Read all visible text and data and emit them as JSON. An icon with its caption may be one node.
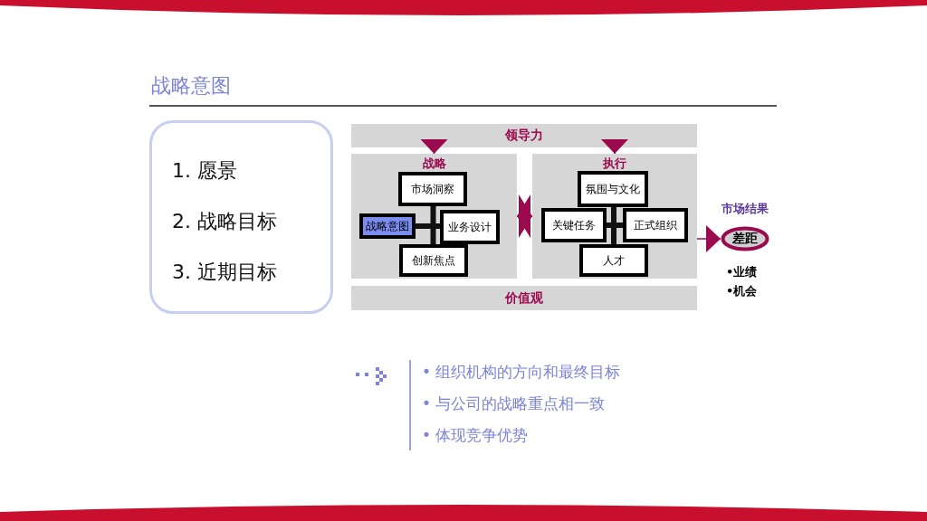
{
  "diagram": {
    "title": "战略意图",
    "nodes": [
      {
        "text": [
          "1. 愿景",
          "2. 战略目标",
          "3. 近期目标"
        ]
      },
      {
        "text": [
          "领导力"
        ]
      },
      {
        "text": [
          "战略"
        ]
      },
      {
        "text": [
          "市场洞察"
        ],
        "in": 2
      },
      {
        "text": [
          "战略意图"
        ],
        "in": 2
      },
      {
        "text": [
          "业务设计"
        ],
        "in": 2
      },
      {
        "text": [
          "创新焦点"
        ],
        "in": 2
      },
      {
        "text": [
          "执行"
        ]
      },
      {
        "text": [
          "氛围与文化"
        ],
        "in": 7
      },
      {
        "text": [
          "关键任务"
        ],
        "in": 7
      },
      {
        "text": [
          "正式组织"
        ],
        "in": 7
      },
      {
        "text": [
          "人才"
        ],
        "in": 7
      },
      {
        "text": [
          "价值观"
        ]
      },
      {
        "text": [
          "差距"
        ],
        "beside": [
          "市场结果"
        ]
      }
    ],
    "edges": [
      {
        "from": 1,
        "to": 2,
        "arrow": "to",
        "color": "#9b0a4f"
      },
      {
        "from": 1,
        "to": 7,
        "arrow": "to",
        "color": "#9b0a4f"
      },
      {
        "from": 2,
        "to": 7,
        "arrow": "both",
        "color": "#9b0a4f"
      },
      {
        "from": 7,
        "to": 13,
        "arrow": "to",
        "color": "#9b0a4f"
      },
      {
        "from": 4,
        "to": 5,
        "arrow": "none",
        "style": "thick",
        "color": "#111111"
      },
      {
        "from": 3,
        "to": 6,
        "arrow": "none",
        "style": "thick",
        "color": "#111111"
      },
      {
        "from": 9,
        "to": 10,
        "arrow": "none",
        "style": "thick",
        "color": "#111111"
      },
      {
        "from": 8,
        "to": 11,
        "arrow": "none",
        "style": "thick",
        "color": "#111111"
      }
    ],
    "labels": [
      "•业绩",
      "•机会",
      "• 组织机构的方向和最终目标",
      "• 与公司的战略重点相一致",
      "• 体现竞争优势"
    ]
  }
}
